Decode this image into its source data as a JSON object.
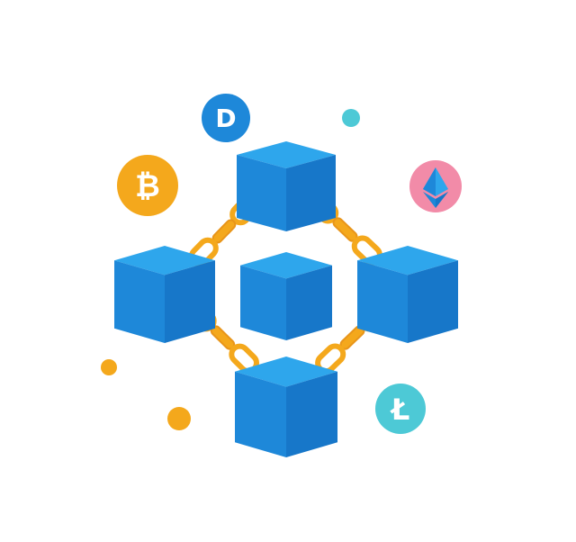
{
  "illustration": {
    "background": "#ffffff",
    "colors": {
      "cube_top": "#2ea6ec",
      "cube_left": "#1e88d9",
      "cube_right": "#1777c9",
      "chain": "#f4a81c",
      "chain_dark": "#e8951a",
      "bitcoin": "#f4a81c",
      "dogecoin": "#1e88d9",
      "ethereum_bg": "#f28ba8",
      "ethereum_gem": "#1e88d9",
      "litecoin": "#4dc9d6",
      "dot_teal": "#4dc9d6",
      "dot_orange": "#f4a81c"
    },
    "coins": [
      {
        "name": "bitcoin",
        "symbol": "₿",
        "icon": "bitcoin-icon"
      },
      {
        "name": "dogecoin",
        "symbol": "D",
        "icon": "dogecoin-icon"
      },
      {
        "name": "ethereum",
        "symbol": "",
        "icon": "ethereum-icon"
      },
      {
        "name": "litecoin",
        "symbol": "Ł",
        "icon": "litecoin-icon"
      }
    ]
  }
}
